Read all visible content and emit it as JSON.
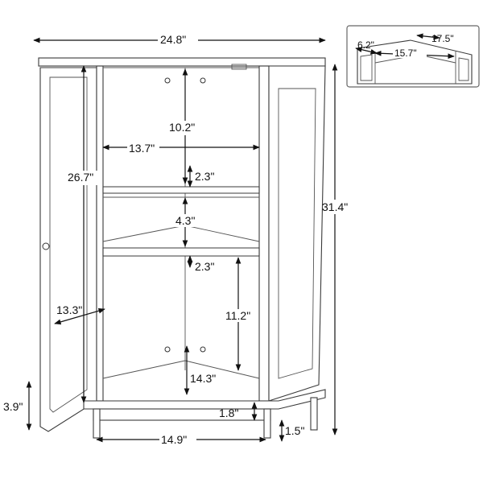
{
  "dimensions": {
    "overall_width": "24.8\"",
    "overall_height": "31.4\"",
    "door_height": "26.7\"",
    "upper_compartment_height": "10.2\"",
    "interior_width": "13.7\"",
    "shelf_thickness_upper": "2.3\"",
    "middle_compartment_height": "4.3\"",
    "shelf_thickness_lower": "2.3\"",
    "door_width": "13.3\"",
    "lower_compartment_height": "11.2\"",
    "bottom_depth": "14.3\"",
    "base_height": "3.9\"",
    "plinth_height": "1.8\"",
    "leg_height": "1.5\"",
    "base_width": "14.9\""
  },
  "inset": {
    "side_depth": "17.5\"",
    "front_width": "15.7\"",
    "side_panel": "6.2\""
  },
  "colors": {
    "line": "#2a2a2a",
    "background": "#ffffff"
  }
}
